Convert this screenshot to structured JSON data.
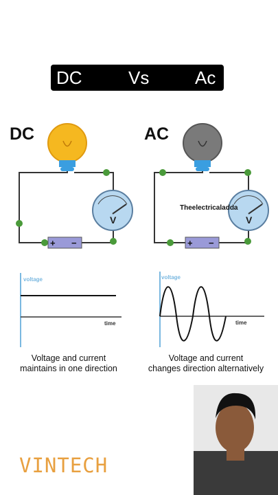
{
  "header": {
    "left": "DC",
    "middle": "Vs",
    "right": "Ac"
  },
  "dc_panel": {
    "title": "DC",
    "meter_symbol": "V",
    "battery_plus": "+",
    "battery_minus": "−",
    "graph_ylabel": "voltage",
    "graph_xlabel": "time",
    "caption_line1": "Voltage and current",
    "caption_line2": "maintains in one direction"
  },
  "ac_panel": {
    "title": "AC",
    "meter_symbol": "V",
    "battery_plus": "+",
    "battery_minus": "−",
    "graph_ylabel": "voltage",
    "graph_xlabel": "time",
    "caption_line1": "Voltage and current",
    "caption_line2": "changes direction alternatively",
    "watermark": "Theelectricaladda"
  },
  "brand": "VINTECH",
  "colors": {
    "bulb_on": "#f5b820",
    "bulb_off": "#7a7a7a",
    "bulb_base": "#3a9ee0",
    "node": "#4a9a3a",
    "meter": "#b8d8f0",
    "battery": "#9a9ad8",
    "axis": "#7ab8e0"
  }
}
